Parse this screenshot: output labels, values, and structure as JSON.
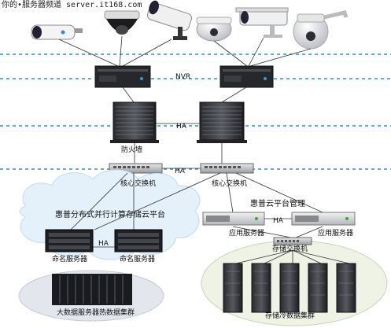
{
  "watermark": "你的•服务器频道 server.it168.com",
  "labels": {
    "nvr": "NVR",
    "ha": "HA",
    "firewall": "防火墙",
    "core_switch": "核心交换机",
    "cloud_left": "惠普分布式并行计算存储云平台",
    "cloud_right": "惠普云平台管理",
    "app_server": "应用服务器",
    "naming_server": "命名服务器",
    "storage_switch": "存储交换机",
    "big_data_cluster": "大数据服务器热数据集群",
    "cold_storage_cluster": "存储冷数据集群"
  }
}
